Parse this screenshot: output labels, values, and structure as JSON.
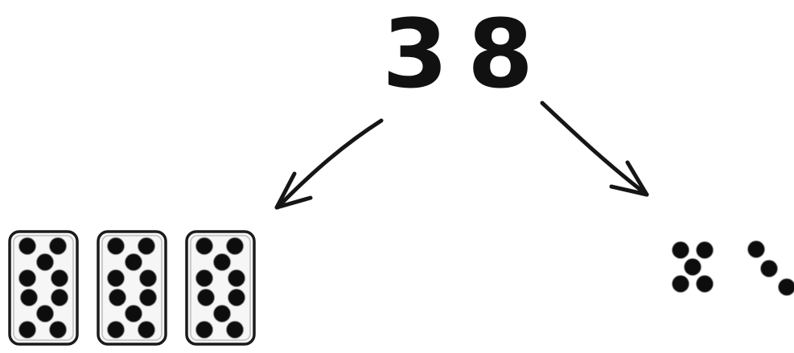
{
  "number": {
    "tens_digit": "3",
    "ones_digit": "8"
  },
  "decomposition": {
    "tens_cards": 3,
    "dots_per_card": 10,
    "ones_dots": 8
  },
  "colors": {
    "ink": "#111111",
    "card_fill": "#f6f6f6",
    "background": "#ffffff"
  }
}
